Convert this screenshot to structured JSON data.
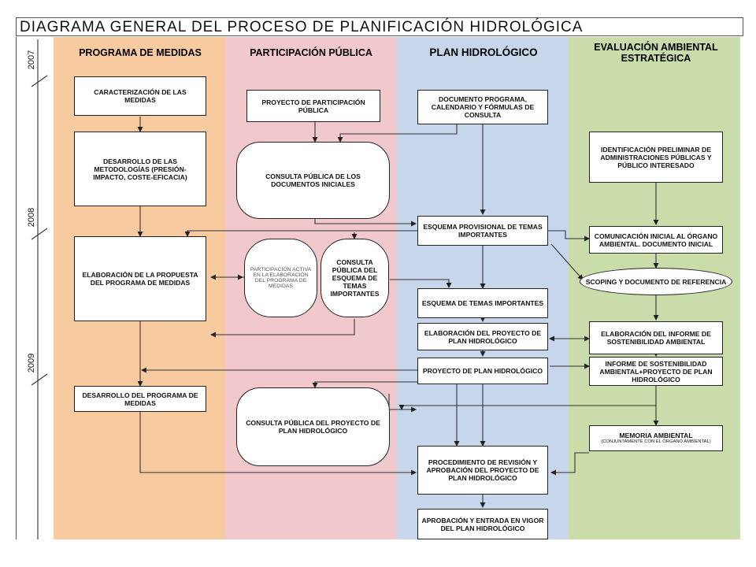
{
  "title": "DIAGRAMA GENERAL DEL PROCESO DE PLANIFICACIÓN HIDROLÓGICA",
  "years": [
    "2007",
    "2008",
    "2009"
  ],
  "lanes": {
    "medidas": {
      "label": "PROGRAMA DE MEDIDAS",
      "color": "#f8caa0"
    },
    "participacion": {
      "label": "PARTICIPACIÓN PÚBLICA",
      "color": "#f1c9cd"
    },
    "plan": {
      "label": "PLAN HIDROLÓGICO",
      "color": "#c7d6ea"
    },
    "evaluacion": {
      "label": "EVALUACIÓN AMBIENTAL ESTRATÉGICA",
      "color": "#c9dcaa"
    }
  },
  "boxes": {
    "caracterizacion": "CARACTERIZACIÓN DE LAS MEDIDAS",
    "desarrollo_metodologias": "DESARROLLO DE LAS METODOLOGÍAS (PRESIÓN-IMPACTO, COSTE-EFICACIA)",
    "elaboracion_propuesta": "ELABORACIÓN DE LA PROPUESTA DEL PROGRAMA DE MEDIDAS",
    "desarrollo_programa": "DESARROLLO DEL PROGRAMA DE MEDIDAS",
    "proyecto_participacion": "PROYECTO DE PARTICIPACIÓN PÚBLICA",
    "consulta_docs_iniciales": "CONSULTA PÚBLICA DE LOS DOCUMENTOS INICIALES",
    "participacion_activa": "PARTICIPACIÓN ACTIVA EN LA ELABORACIÓN DEL PROGRAMA DE MEDIDAS",
    "consulta_esquema": "CONSULTA PÚBLICA DEL ESQUEMA DE TEMAS IMPORTANTES",
    "consulta_proyecto_plan": "CONSULTA PÚBLICA DEL PROYECTO DE PLAN HIDROLÓGICO",
    "documento_programa": "DOCUMENTO PROGRAMA, CALENDARIO Y FÓRMULAS DE CONSULTA",
    "esquema_provisional": "ESQUEMA PROVISIONAL DE TEMAS IMPORTANTES",
    "esquema_temas": "ESQUEMA DE TEMAS IMPORTANTES",
    "elaboracion_proyecto_plan": "ELABORACIÓN DEL PROYECTO DE PLAN HIDROLÓGICO",
    "proyecto_plan": "PROYECTO DE PLAN HIDROLÓGICO",
    "procedimiento_revision": "PROCEDIMIENTO DE REVISIÓN Y APROBACIÓN DEL PROYECTO DE PLAN HIDROLÓGICO",
    "aprobacion": "APROBACIÓN Y ENTRADA EN VIGOR DEL PLAN HIDROLÓGICO",
    "identificacion": "IDENTIFICACIÓN PRELIMINAR DE ADMINISTRACIONES PÚBLICAS Y PÚBLICO INTERESADO",
    "comunicacion": "COMUNICACIÓN INICIAL AL ÓRGANO AMBIENTAL. DOCUMENTO INICIAL",
    "scoping": "SCOPING Y DOCUMENTO DE REFERENCIA",
    "informe_sostenibilidad": "ELABORACIÓN DEL INFORME DE SOSTENIBILIDAD AMBIENTAL",
    "informe_proyecto": "INFORME DE SOSTENIBILIDAD AMBIENTAL+PROYECTO DE PLAN HIDROLÓGICO",
    "memoria_ambiental": "MEMORIA AMBIENTAL",
    "memoria_note": "(CONJUNTAMENTE CON EL ÓRGANO AMBIENTAL)"
  }
}
